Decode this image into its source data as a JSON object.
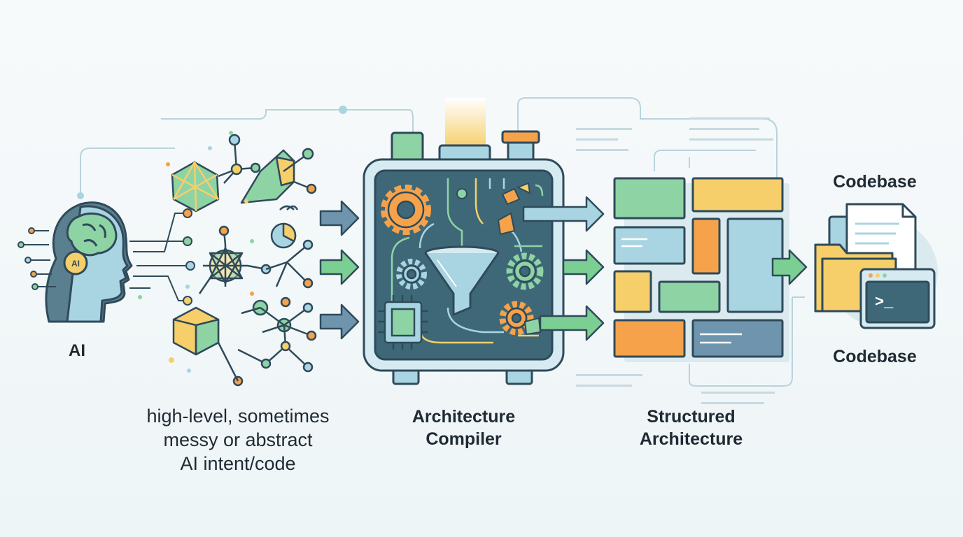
{
  "labels": {
    "ai": "AI",
    "intent": [
      "high-level, sometimes",
      "messy or abstract",
      "AI intent/code"
    ],
    "compiler": [
      "Architecture",
      "Compiler"
    ],
    "structured": [
      "Structured",
      "Architecture"
    ],
    "codebase_top": "Codebase",
    "codebase_bottom": "Codebase"
  },
  "icons": {
    "ai_head": "ai-brain-head-icon",
    "ai_chip_text": "AI",
    "compiler_machine": "compiler-machine-icon",
    "codebase_folder": "folder-documents-icon",
    "terminal_prompt": ">_"
  },
  "colors": {
    "outline": "#2f4a5a",
    "green": "#8ed3a4",
    "yellow": "#f6cf6a",
    "orange": "#f5a24b",
    "blue": "#a9d4e2",
    "teal_dark": "#3e6878",
    "arrow_blue": "#6e95ad",
    "arrow_green": "#7ccf92"
  }
}
